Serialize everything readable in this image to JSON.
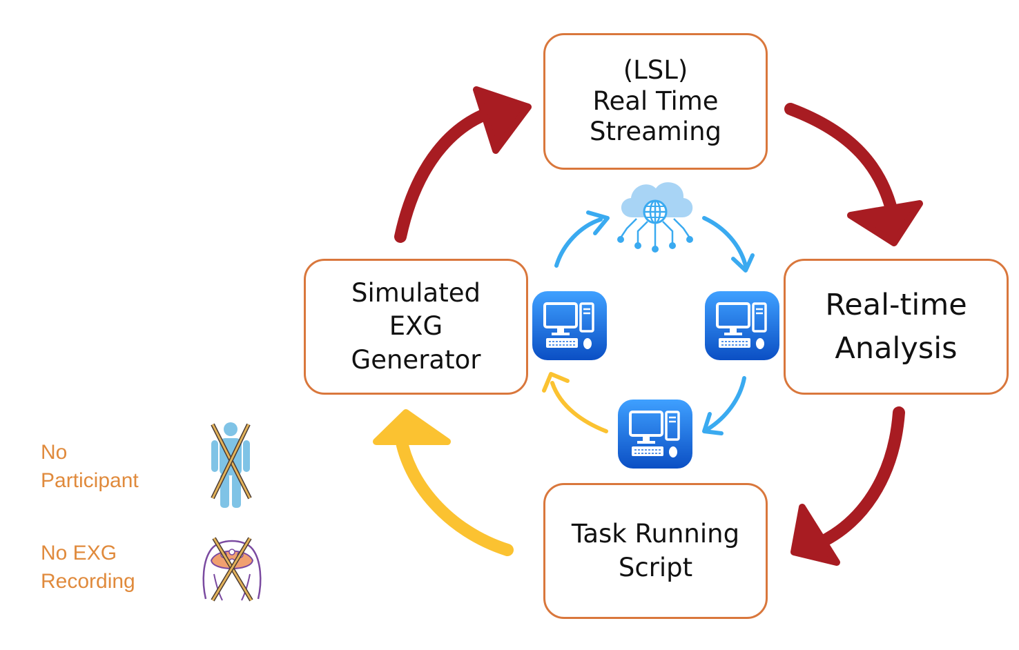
{
  "boxes": {
    "lsl": "(LSL)\nReal Time\nStreaming",
    "analysis": "Real-time\nAnalysis",
    "task": "Task Running\nScript",
    "simulator": "Simulated\nEXG\nGenerator"
  },
  "side_labels": {
    "no_participant": "No\nParticipant",
    "no_exg": "No EXG\nRecording"
  },
  "colors": {
    "box_border": "#d9773c",
    "red_arrow": "#a81c22",
    "yellow_arrow": "#fbc231",
    "blue_arrow": "#3aaaf0",
    "label_orange": "#e08a3c",
    "computer_blue": "#1b78e8"
  },
  "icons": {
    "cloud": "cloud-network-icon",
    "computer": "desktop-computer-icon",
    "person": "person-crossed-icon",
    "brain": "head-cap-crossed-icon"
  }
}
